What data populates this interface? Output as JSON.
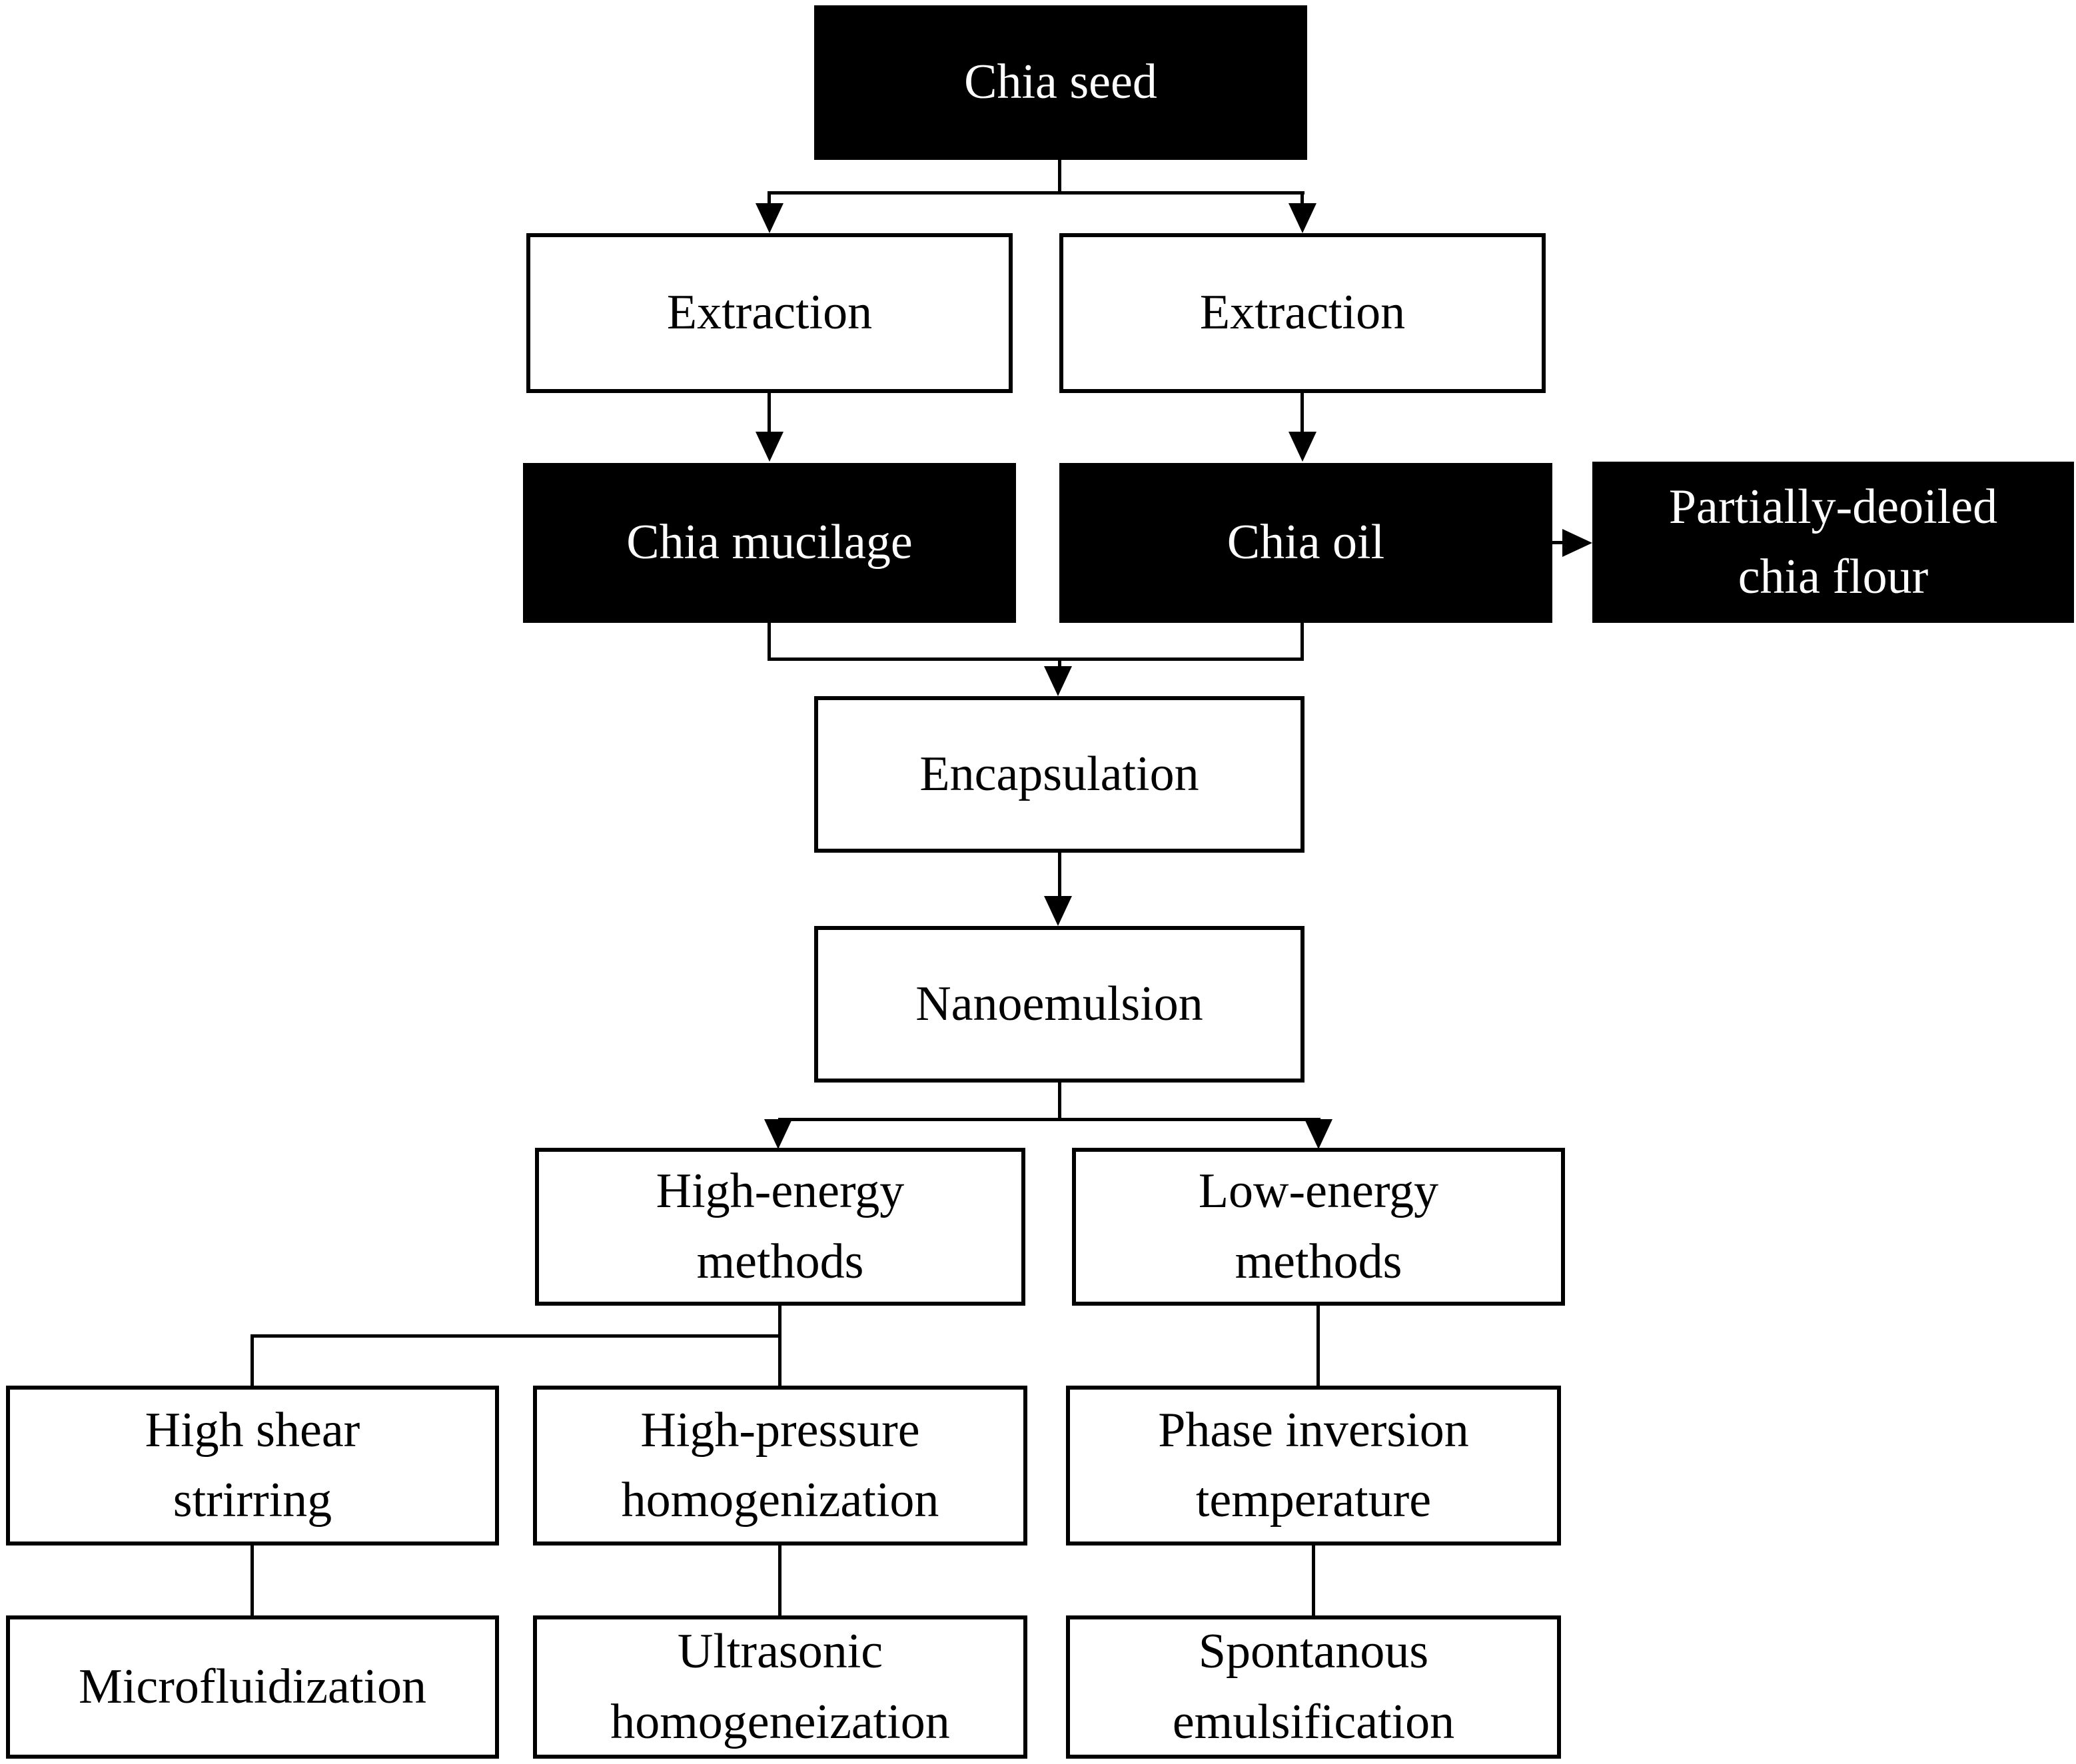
{
  "diagram": {
    "type": "flowchart",
    "background": "#ffffff",
    "colors": {
      "dark_node_fill": "#000000",
      "dark_node_text": "#ffffff",
      "light_node_fill": "#ffffff",
      "light_node_text": "#000000",
      "border_and_connectors": "#000000"
    },
    "nodes": {
      "chia_seed": {
        "label": "Chia seed",
        "style": "black"
      },
      "extraction_left": {
        "label": "Extraction",
        "style": "white"
      },
      "extraction_right": {
        "label": "Extraction",
        "style": "white"
      },
      "chia_mucilage": {
        "label": "Chia mucilage",
        "style": "black"
      },
      "chia_oil": {
        "label": "Chia oil",
        "style": "black"
      },
      "partially_deoiled": {
        "label": "Partially-deoiled\nchia flour",
        "style": "black"
      },
      "encapsulation": {
        "label": "Encapsulation",
        "style": "white"
      },
      "nanoemulsion": {
        "label": "Nanoemulsion",
        "style": "white"
      },
      "high_energy": {
        "label": "High-energy\nmethods",
        "style": "white"
      },
      "low_energy": {
        "label": "Low-energy\nmethods",
        "style": "white"
      },
      "high_shear": {
        "label": "High shear\nstrirring",
        "style": "white"
      },
      "high_pressure": {
        "label": "High-pressure\nhomogenization",
        "style": "white"
      },
      "phase_inversion": {
        "label": "Phase inversion\ntemperature",
        "style": "white"
      },
      "microfluidization": {
        "label": "Microfluidization",
        "style": "white"
      },
      "ultrasonic": {
        "label": "Ultrasonic\nhomogeneization",
        "style": "white"
      },
      "spontanous": {
        "label": "Spontanous\nemulsification",
        "style": "white"
      }
    },
    "edges": [
      {
        "from": "chia_seed",
        "to": "extraction_left",
        "arrow": true
      },
      {
        "from": "chia_seed",
        "to": "extraction_right",
        "arrow": true
      },
      {
        "from": "extraction_left",
        "to": "chia_mucilage",
        "arrow": true
      },
      {
        "from": "extraction_right",
        "to": "chia_oil",
        "arrow": true
      },
      {
        "from": "chia_oil",
        "to": "partially_deoiled",
        "arrow": true
      },
      {
        "from": "chia_mucilage",
        "to": "encapsulation",
        "arrow": true
      },
      {
        "from": "chia_oil",
        "to": "encapsulation",
        "arrow": true
      },
      {
        "from": "encapsulation",
        "to": "nanoemulsion",
        "arrow": true
      },
      {
        "from": "nanoemulsion",
        "to": "high_energy",
        "arrow": true
      },
      {
        "from": "nanoemulsion",
        "to": "low_energy",
        "arrow": true
      },
      {
        "from": "high_energy",
        "to": "high_shear",
        "arrow": false
      },
      {
        "from": "high_energy",
        "to": "high_pressure",
        "arrow": false
      },
      {
        "from": "low_energy",
        "to": "phase_inversion",
        "arrow": false
      },
      {
        "from": "high_shear",
        "to": "microfluidization",
        "arrow": false
      },
      {
        "from": "high_pressure",
        "to": "ultrasonic",
        "arrow": false
      },
      {
        "from": "phase_inversion",
        "to": "spontanous",
        "arrow": false
      }
    ]
  }
}
